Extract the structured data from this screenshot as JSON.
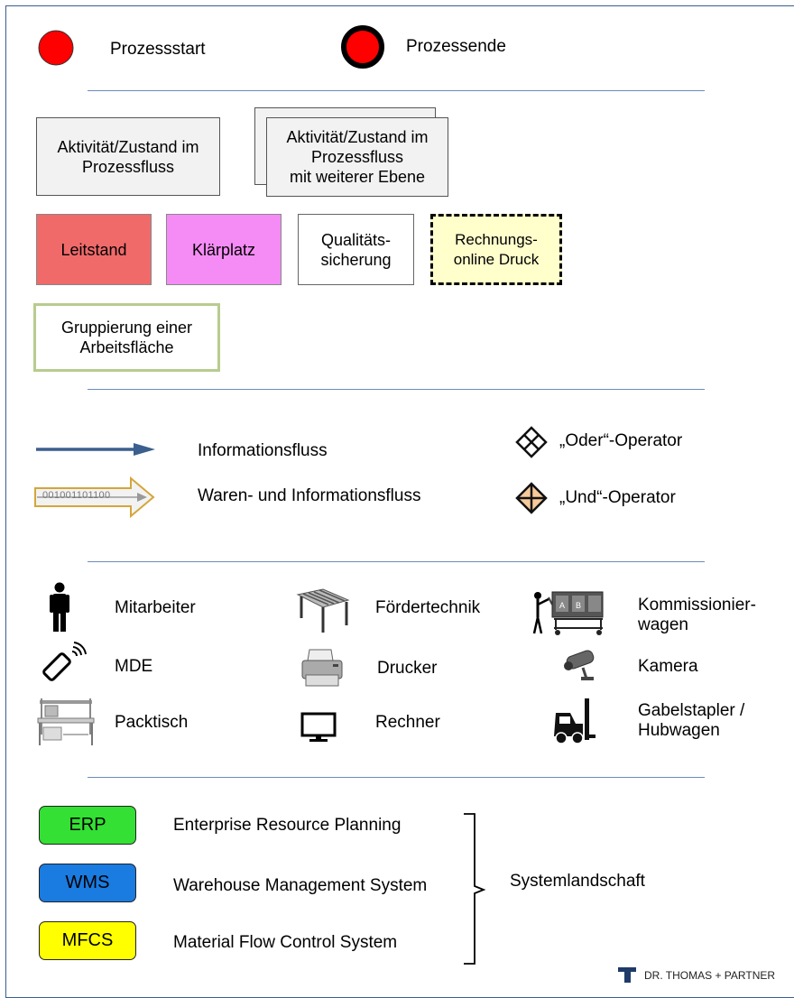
{
  "start_end": {
    "start_label": "Prozessstart",
    "end_label": "Prozessende"
  },
  "shapes": {
    "activity": "Aktivität/Zustand  im\nProzessfluss",
    "activity_layered": "Aktivität/Zustand  im\nProzessfluss\nmit weiterer Ebene",
    "leitstand": "Leitstand",
    "klaerplatz": "Klärplatz",
    "qualitaet": "Qualitäts-\nsicherung",
    "rechnung": "Rechnungs-\nonline Druck",
    "gruppierung": "Gruppierung  einer\nArbeitsfläche"
  },
  "flows": {
    "info_flow": "Informationsfluss",
    "goods_flow": "Waren- und Informationsfluss",
    "binary_text": "001001101100",
    "or_operator": "„Oder“-Operator",
    "and_operator": "„Und“-Operator"
  },
  "icons": {
    "mitarbeiter": "Mitarbeiter",
    "foerdertechnik": "Fördertechnik",
    "kommissionier": "Kommissionier-\nwagen",
    "mde": "MDE",
    "drucker": "Drucker",
    "kamera": "Kamera",
    "packtisch": "Packtisch",
    "rechner": "Rechner",
    "gabelstapler": "Gabelstapler /\nHubwagen"
  },
  "systems": {
    "erp_label": "ERP",
    "erp_desc": "Enterprise Resource Planning",
    "wms_label": "WMS",
    "wms_desc": "Warehouse Management System",
    "mfcs_label": "MFCS",
    "mfcs_desc": "Material Flow Control System",
    "landscape": "Systemlandschaft"
  },
  "footer": {
    "company": "DR. THOMAS + PARTNER"
  },
  "colors": {
    "start_red": "#ff0000",
    "leitstand": "#f06a6a",
    "klaerplatz": "#f58cf5",
    "rechnung": "#ffffcc",
    "gruppierung_border": "#b7cc8e",
    "erp": "#33e033",
    "wms": "#1a7be0",
    "mfcs": "#ffff00",
    "arrow_blue": "#3b5f8f",
    "goods_arrow_border": "#d4a63a",
    "and_fill": "#f6c99a"
  }
}
